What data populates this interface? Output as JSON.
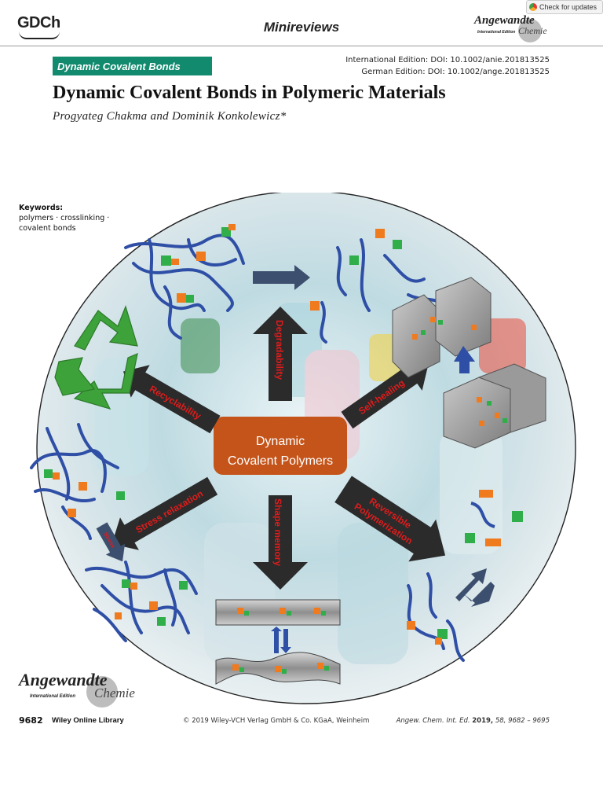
{
  "header": {
    "society_logo": "GDCh",
    "section": "Minireviews",
    "journal_logo": {
      "name": "Angewandte",
      "edition": "International Edition",
      "sub": "Chemie"
    },
    "updates_button": "Check for updates"
  },
  "article": {
    "category": "Dynamic Covalent Bonds",
    "doi_intl": "International Edition:  DOI: 10.1002/anie.201813525",
    "doi_german": "German Edition:  DOI: 10.1002/ange.201813525",
    "title": "Dynamic Covalent Bonds in Polymeric Materials",
    "authors": "Progyateg Chakma and Dominik Konkolewicz*"
  },
  "keywords": {
    "heading": "Keywords:",
    "line1": "polymers · crosslinking ·",
    "line2": "covalent bonds"
  },
  "figure": {
    "center_line1": "Dynamic",
    "center_line2": "Covalent Polymers",
    "labels": {
      "degradability": "Degradability",
      "recyclability": "Recyclability",
      "self_healing": "Self-healing",
      "stress_relaxation": "Stress relaxation",
      "shape_memory": "Shape memory",
      "reversible_1": "Reversible",
      "reversible_2": "Polymerization",
      "stress": "Stress"
    },
    "colors": {
      "center_box": "#c4541a",
      "arrow": "#2b2b2b",
      "label_red": "#e01b1b",
      "chain_blue": "#2f4fa6",
      "orange": "#f07a1e",
      "green": "#2fae4a",
      "recycle_green": "#3ea23a"
    }
  },
  "footer": {
    "page": "9682",
    "library": "Wiley Online Library",
    "copyright": "© 2019 Wiley-VCH Verlag GmbH & Co. KGaA, Weinheim",
    "cite_journal": "Angew. Chem. Int. Ed.",
    "cite_year": "2019,",
    "cite_rest": "58, 9682 – 9695",
    "journal_logo": {
      "name": "Angewandte",
      "edition": "International Edition",
      "sub": "Chemie"
    }
  }
}
